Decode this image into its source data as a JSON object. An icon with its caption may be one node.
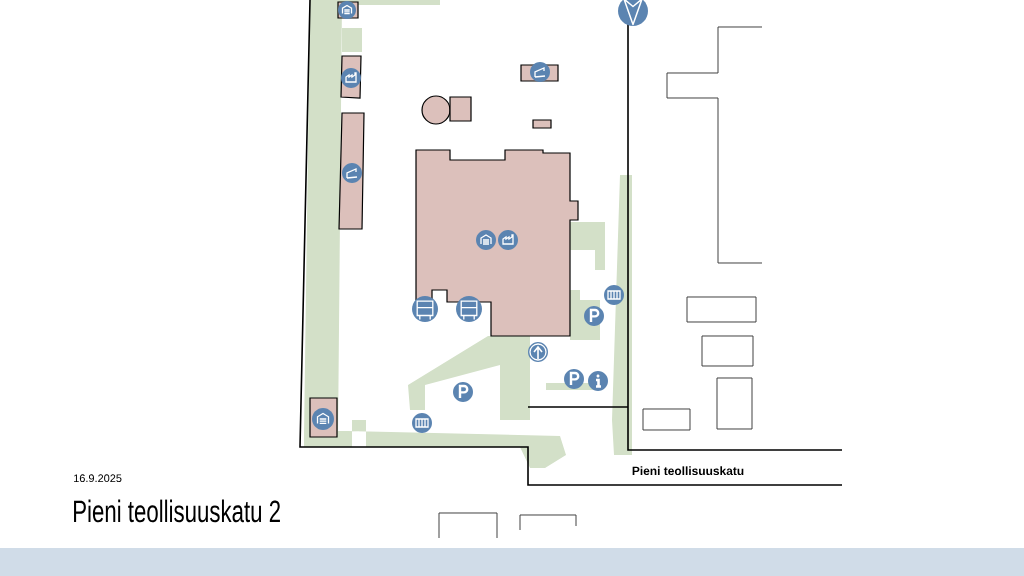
{
  "diagram": {
    "title": "Pieni teollisuuskatu 2",
    "labels": [
      "16.9.2025",
      "Pieni teollisuuskatu"
    ]
  }
}
